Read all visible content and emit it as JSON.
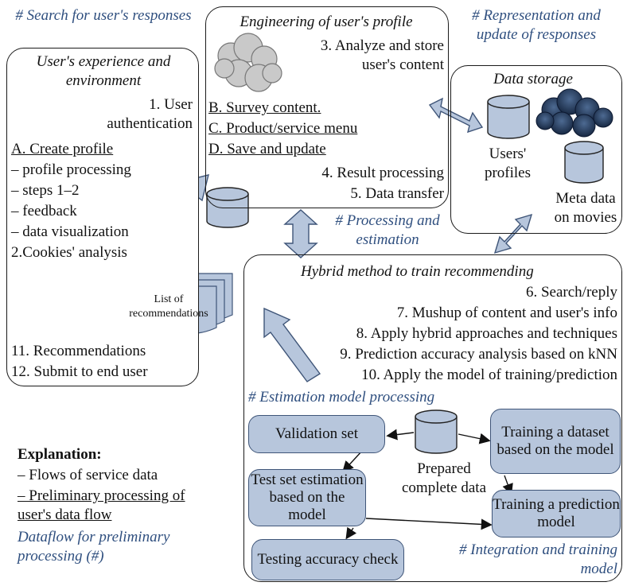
{
  "diagram": {
    "search_label": "# Search for user's responses",
    "repr_label": "# Representation and update of responses",
    "processing_label": "# Processing and estimation",
    "estimation_label": "# Estimation model processing",
    "integration_label": "# Integration and training model",
    "user_box": {
      "title": "User's experience and environment",
      "step1": "1. User authentication",
      "items": [
        "A. Create profile",
        "– profile processing",
        "– steps 1–2",
        "– feedback",
        "– data visualization",
        "2.Cookies' analysis"
      ],
      "step11": "11. Recommendations",
      "step12": "12. Submit to end user"
    },
    "profile_box": {
      "title": "Engineering of user's profile",
      "step3": "3. Analyze and store user's content",
      "items": [
        "B. Survey content.",
        "C. Product/service menu",
        "D. Save and update"
      ],
      "step4": "4. Result processing",
      "step5": "5. Data transfer"
    },
    "storage_box": {
      "title": "Data storage",
      "users_profiles": "Users' profiles",
      "meta_data": "Meta data on movies"
    },
    "hybrid_box": {
      "title": "Hybrid method to train recommending",
      "steps": [
        "6. Search/reply",
        "7. Mushup of content and user's info",
        "8. Apply hybrid approaches and techniques",
        "9. Prediction accuracy analysis based on kNN",
        "10. Apply the model of training/prediction"
      ],
      "validation_set": "Validation set",
      "training_dataset": "Training a dataset based on the model",
      "prepared_data": "Prepared complete data",
      "test_set": "Test set estimation based on the model",
      "training_model": "Training a prediction model",
      "testing_accuracy": "Testing accuracy check"
    },
    "list_doc": "List of recommendations",
    "explanation": {
      "title": "Explanation:",
      "line1": "– Flows of service data",
      "line2": "– Preliminary processing of user's data flow",
      "line3": "Dataflow for preliminary processing (#)"
    }
  },
  "colors": {
    "accent_fill": "#b7c6dc",
    "accent_stroke": "#3f5578",
    "label_blue": "#2f4f7f"
  }
}
